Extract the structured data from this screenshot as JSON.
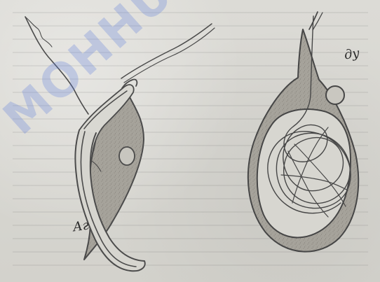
{
  "figure": {
    "labels": {
      "left": "Аг",
      "right": "ду"
    },
    "watermark": "MOHHUH"
  }
}
